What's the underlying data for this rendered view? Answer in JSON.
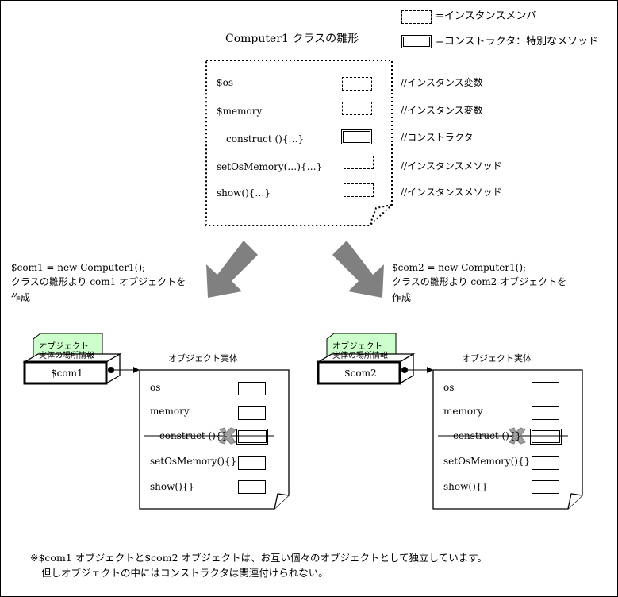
{
  "legend": {
    "instance_member": "=インスタンスメンバ",
    "constructor": "=コンストラクタ：特別なメソッド"
  },
  "class_template": {
    "title": "Computer1 クラスの雛形",
    "members": [
      {
        "name": "$os",
        "comment": "//インスタンス変数",
        "kind": "dashed"
      },
      {
        "name": "$memory",
        "comment": "//インスタンス変数",
        "kind": "dashed"
      },
      {
        "name": "__construct (){…}",
        "comment": "//コンストラクタ",
        "kind": "double"
      },
      {
        "name": "setOsMemory(…){…}",
        "comment": "//インスタンスメソッド",
        "kind": "dashed"
      },
      {
        "name": "show(){…}",
        "comment": "//インスタンスメソッド",
        "kind": "dashed"
      }
    ]
  },
  "left": {
    "caption": [
      "$com1 = new Computer1();",
      "クラスの雛形より com1 オブジェクトを",
      "作成"
    ],
    "tag": [
      "オブジェクト",
      "実体の場所情報"
    ],
    "var_name": "$com1",
    "entity_title": "オブジェクト実体",
    "members": [
      "os",
      "memory",
      "__construct (){}",
      "setOsMemory(){}",
      "show(){}"
    ]
  },
  "right": {
    "caption": [
      "$com2 = new Computer1();",
      "クラスの雛形より com2 オブジェクトを",
      "作成"
    ],
    "tag": [
      "オブジェクト",
      "実体の場所情報"
    ],
    "var_name": "$com2",
    "entity_title": "オブジェクト実体",
    "members": [
      "os",
      "memory",
      "__construct (){}",
      "setOsMemory(){}",
      "show(){}"
    ]
  },
  "note": [
    "※$com1 オブジェクトと$com2 オブジェクトは、お互い個々のオブジェクトとして独立しています。",
    "但しオブジェクトの中にはコンストラクタは関連付けられない。"
  ],
  "colors": {
    "tag_fill": "#ccffcc",
    "arrow_fill": "#808080",
    "cross_fill": "#a0a0a0"
  }
}
